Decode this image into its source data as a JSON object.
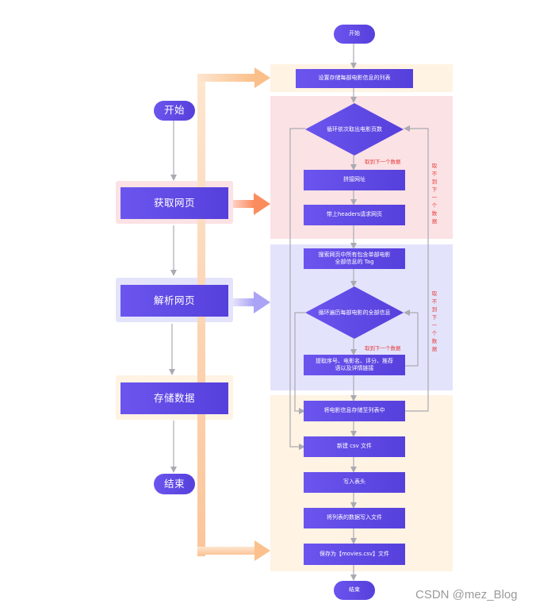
{
  "left": {
    "start": "开始",
    "fetch": "获取网页",
    "parse": "解析网页",
    "store": "存储数据",
    "end": "结束"
  },
  "right": {
    "start": "开始",
    "set_list": "设置存储每部电影信息的列表",
    "loop_pages": "循环依次取出电影页数",
    "next_page": "取到下一个数据",
    "build_url": "拼接网址",
    "request": "带上headers请求网页",
    "search_tags_line1": "搜索网页中所有包含单部电影",
    "search_tags_line2": "全部信息的 Tag",
    "loop_movies": "循环遍历每部电影的全部信息",
    "next_movie": "取到下一个数据",
    "extract_line1": "提取序号、电影名、评分、推荐",
    "extract_line2": "语以及详情链接",
    "append": "将电影信息存储至列表中",
    "new_csv": "新建 csv 文件",
    "write_header": "写入表头",
    "write_rows": "将列表的数据写入文件",
    "save_as": "保存为【movies.csv】文件",
    "end": "结束",
    "no_next_1": "取不到下一个数据",
    "no_next_2": "取不到下一个数据"
  },
  "colors": {
    "node": "#5a44e0",
    "panel_set": "#fff3e3",
    "panel_fetch": "#fbe2e4",
    "panel_parse": "#e3e3fb",
    "panel_store": "#fff3e3",
    "red_text": "#e63b3b",
    "connector": "#aaaab2"
  },
  "watermark": "CSDN @mez_Blog"
}
